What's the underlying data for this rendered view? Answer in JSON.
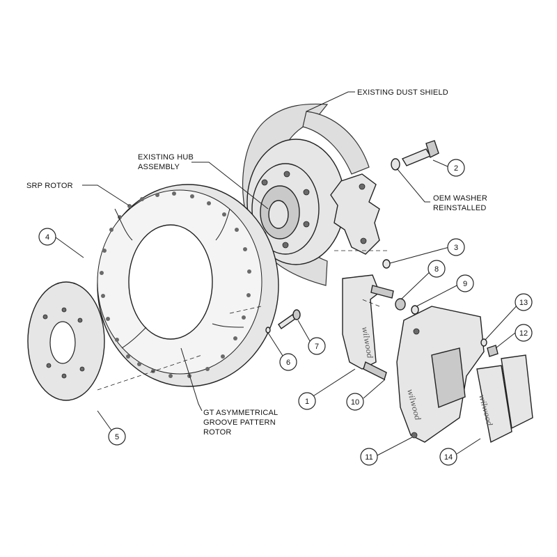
{
  "labels": {
    "dust_shield": "EXISTING DUST SHIELD",
    "hub_1": "EXISTING HUB",
    "hub_2": "ASSEMBLY",
    "srp_rotor": "SRP ROTOR",
    "oem_1": "OEM WASHER",
    "oem_2": "REINSTALLED",
    "gt_1": "GT ASYMMETRICAL",
    "gt_2": "GROOVE PATTERN",
    "gt_3": "ROTOR"
  },
  "callouts": [
    "1",
    "2",
    "3",
    "4",
    "5",
    "6",
    "7",
    "8",
    "9",
    "10",
    "11",
    "12",
    "13",
    "14"
  ],
  "brand": "wilwood"
}
